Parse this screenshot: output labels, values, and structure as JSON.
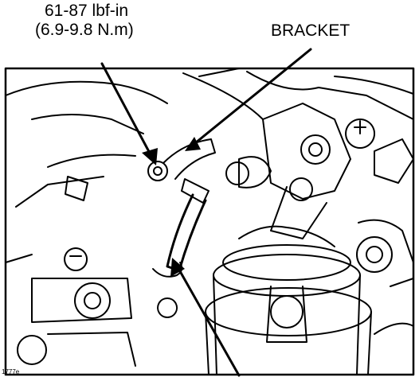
{
  "callouts": {
    "torque_line1": "61-87 lbf-in",
    "torque_line2": "(6.9-9.8 N.m)",
    "bracket": "BRACKET"
  },
  "figure_id": "1777e",
  "colors": {
    "ink": "#000000",
    "paper": "#ffffff"
  },
  "icons": [
    "leader-arrow"
  ]
}
